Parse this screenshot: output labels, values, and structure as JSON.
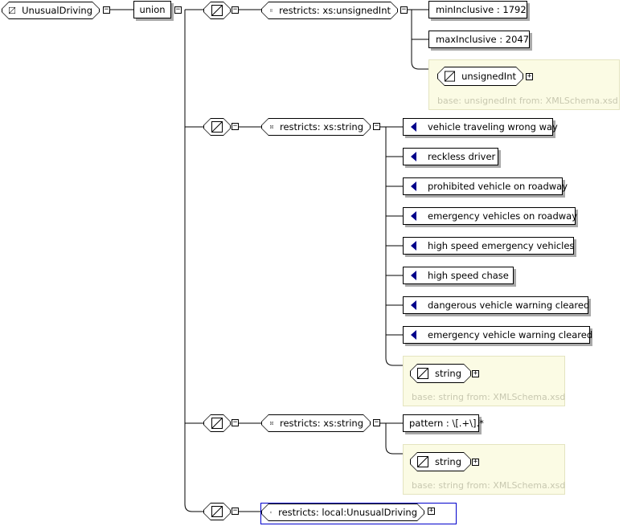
{
  "root": {
    "name": "UnusualDriving"
  },
  "union": {
    "label": "union"
  },
  "branches": [
    {
      "restriction": "restricts: xs:unsignedInt",
      "facets": [
        "minInclusive : 1792",
        "maxInclusive : 2047"
      ],
      "base_type": {
        "name": "unsignedInt",
        "footnote": "base: unsignedInt from: XMLSchema.xsd"
      }
    },
    {
      "restriction": "restricts: xs:string",
      "enumerations": [
        "vehicle traveling wrong way",
        "reckless driver",
        "prohibited vehicle on roadway",
        "emergency vehicles on roadway",
        "high speed emergency vehicles",
        "high speed chase",
        "dangerous vehicle warning cleared",
        "emergency vehicle warning cleared"
      ],
      "base_type": {
        "name": "string",
        "footnote": "base: string from: XMLSchema.xsd"
      }
    },
    {
      "restriction": "restricts: xs:string",
      "facets": [
        "pattern : \\[.+\\].*"
      ],
      "base_type": {
        "name": "string",
        "footnote": "base: string from: XMLSchema.xsd"
      }
    },
    {
      "restriction": "restricts: local:UnusualDriving"
    }
  ],
  "colors": {
    "enum_marker": "#00008b",
    "panel_bg": "#fbfbe4",
    "highlight_border": "#0000cc"
  }
}
